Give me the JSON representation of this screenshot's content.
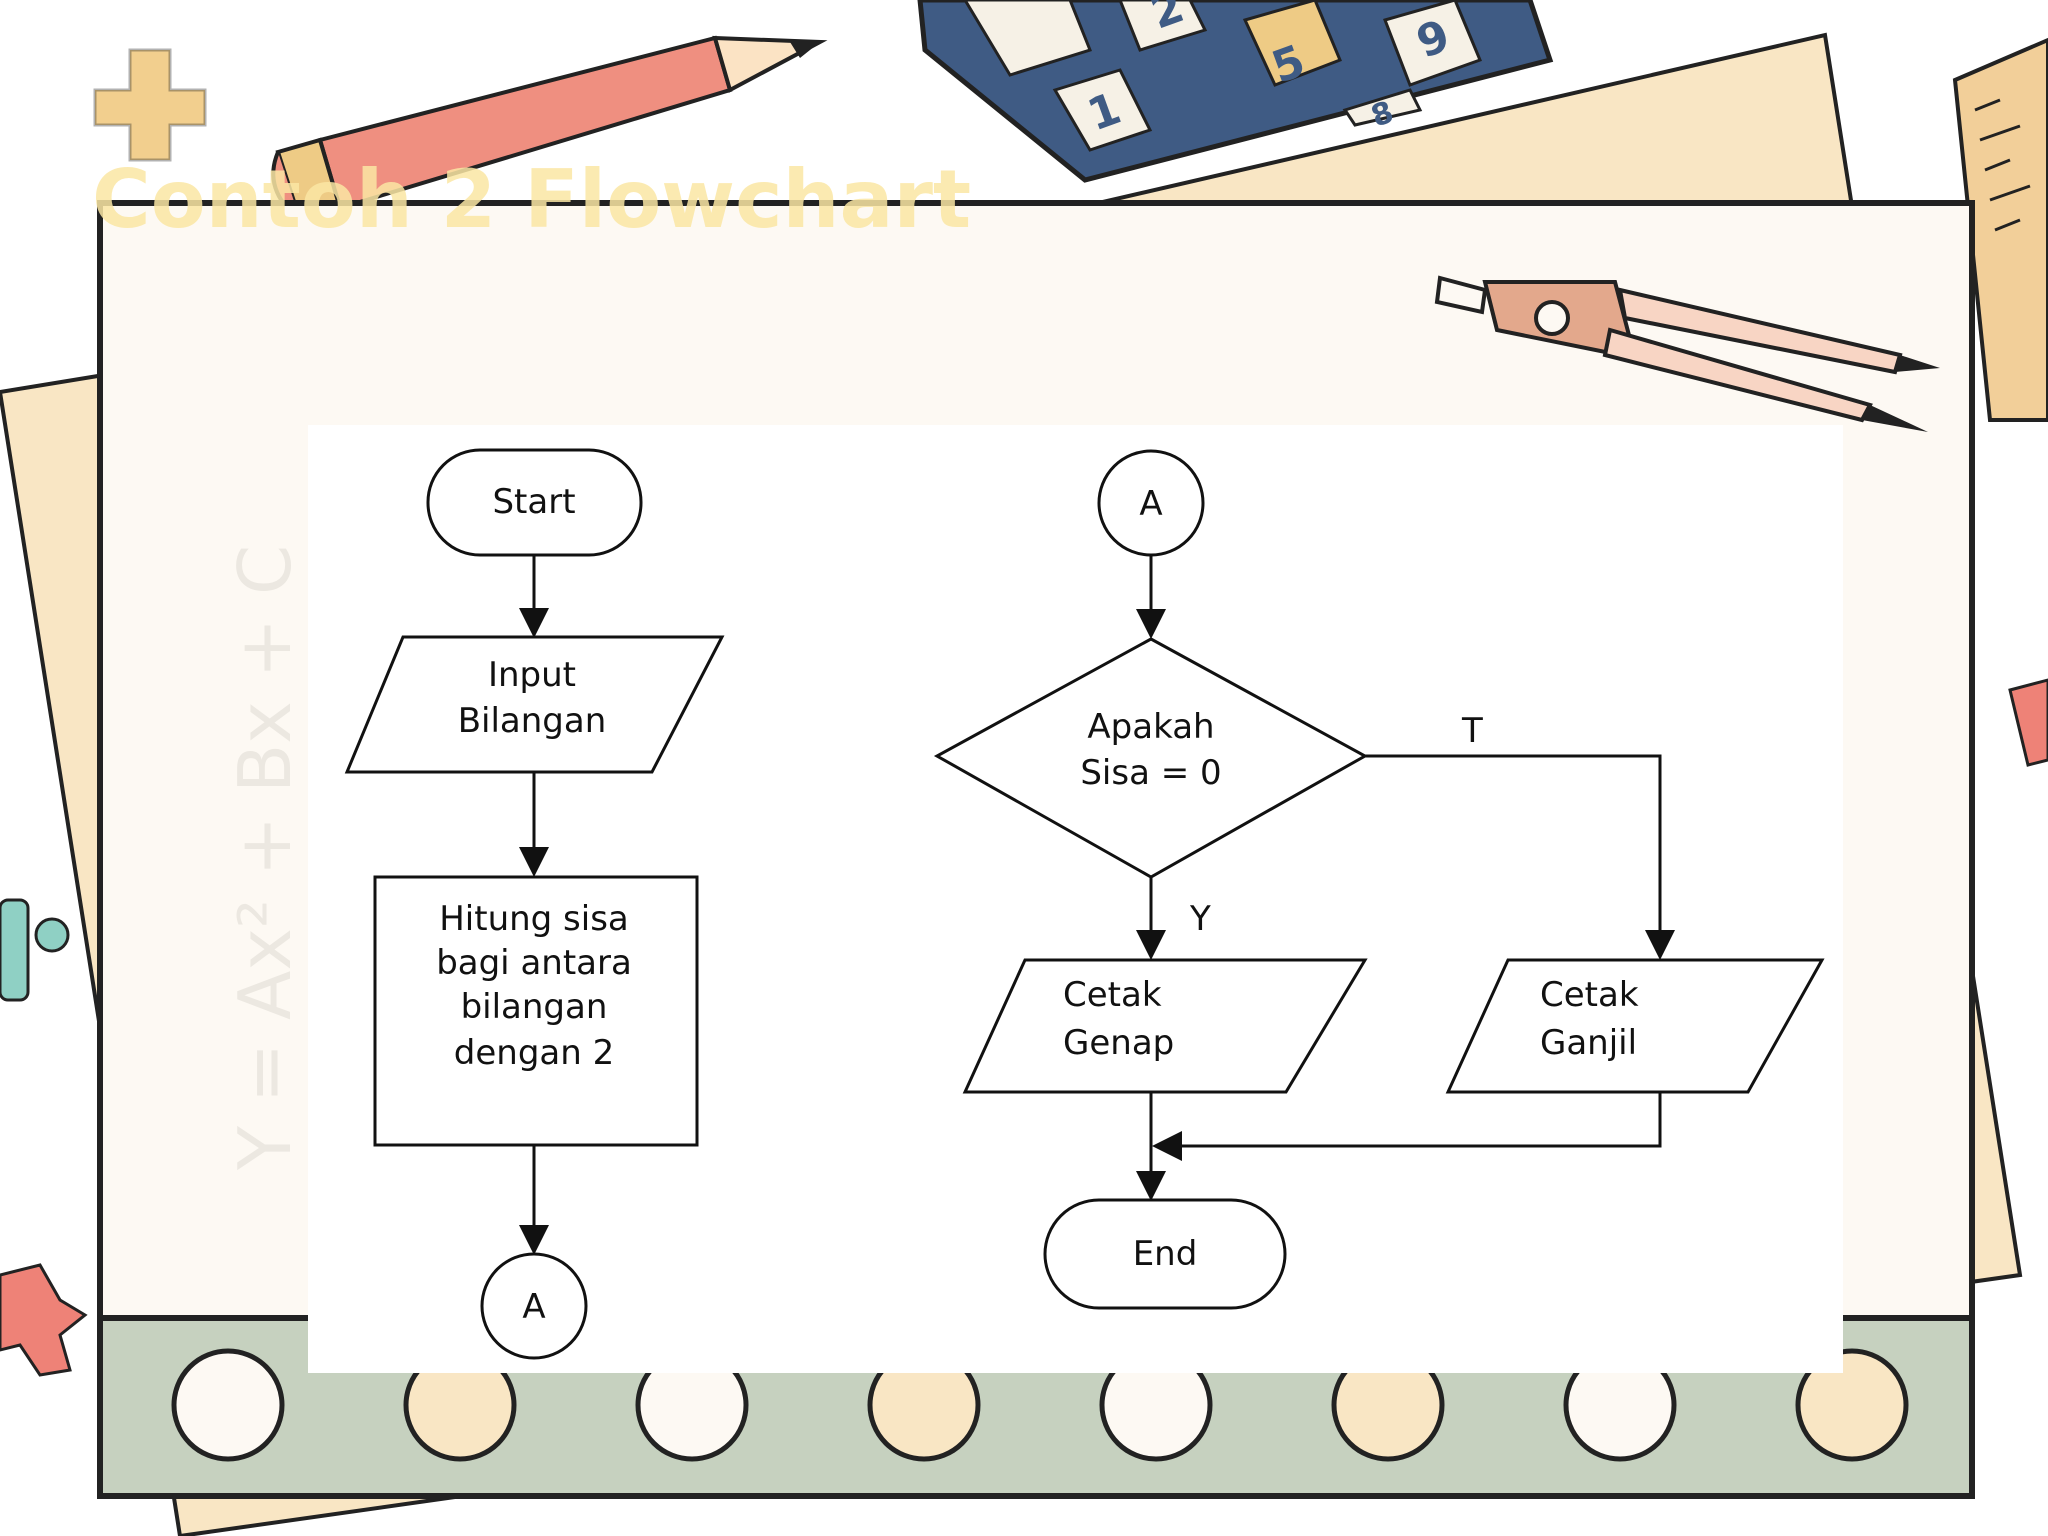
{
  "slide": {
    "title": "Contoh 2 Flowchart",
    "decor_formula": "Y = Ax² + Bx + C",
    "calculator_keys": [
      "1",
      "2",
      "5",
      "9",
      "8"
    ]
  },
  "flowchart": {
    "nodes": [
      {
        "id": "start",
        "shape": "terminator",
        "lines": [
          "Start"
        ]
      },
      {
        "id": "input",
        "shape": "parallelogram",
        "lines": [
          "Input",
          "Bilangan"
        ]
      },
      {
        "id": "process",
        "shape": "rectangle",
        "lines": [
          "Hitung sisa",
          "bagi antara",
          "bilangan",
          "dengan 2"
        ]
      },
      {
        "id": "connector_out",
        "shape": "circle",
        "lines": [
          "A"
        ]
      },
      {
        "id": "connector_in",
        "shape": "circle",
        "lines": [
          "A"
        ]
      },
      {
        "id": "decision",
        "shape": "diamond",
        "lines": [
          "Apakah",
          "Sisa = 0"
        ]
      },
      {
        "id": "print_even",
        "shape": "parallelogram",
        "lines": [
          "Cetak",
          "Genap"
        ]
      },
      {
        "id": "print_odd",
        "shape": "parallelogram",
        "lines": [
          "Cetak",
          "Ganjil"
        ]
      },
      {
        "id": "end",
        "shape": "terminator",
        "lines": [
          "End"
        ]
      }
    ],
    "edges": [
      {
        "from": "start",
        "to": "input"
      },
      {
        "from": "input",
        "to": "process"
      },
      {
        "from": "process",
        "to": "connector_out"
      },
      {
        "from": "connector_in",
        "to": "decision"
      },
      {
        "from": "decision",
        "to": "print_even",
        "label": "Y"
      },
      {
        "from": "decision",
        "to": "print_odd",
        "label": "T"
      },
      {
        "from": "print_even",
        "to": "end"
      },
      {
        "from": "print_odd",
        "to": "end"
      }
    ]
  },
  "colors": {
    "title": "#fbe7a4",
    "plus_sign": "#f2cf8e",
    "paper_back": "#f9e6c4",
    "paper_front": "#fdf9f3",
    "strip": "#c6d1bf",
    "outline": "#1a1a1a",
    "calculator": "#3f5b84",
    "calculator_key": "#f6f1e6",
    "calculator_key_accent": "#eecb85",
    "pencil": "#ef8f80",
    "compass": "#e3a88c",
    "ruler": "#f2cf99",
    "mint": "#8fd0c4",
    "coral": "#ee8277",
    "diagram_line": "#111111",
    "diagram_bg": "#ffffff"
  }
}
